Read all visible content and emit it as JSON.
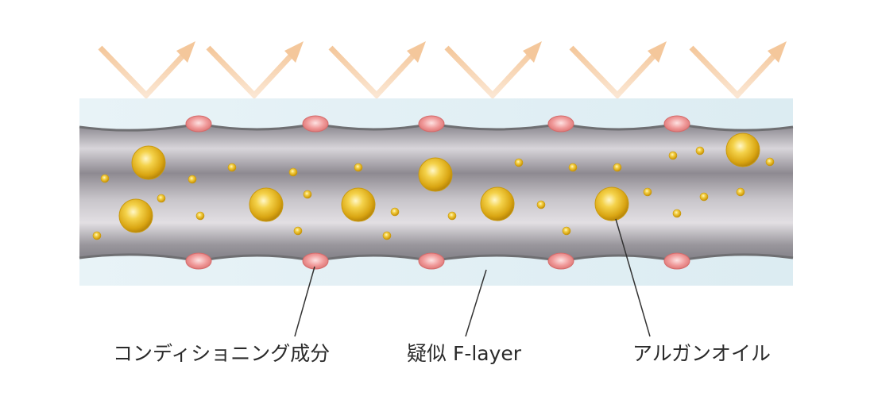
{
  "labels": {
    "conditioning": "コンディショニング成分",
    "f_layer": "疑似 F-layer",
    "argan": "アルガンオイル"
  },
  "colors": {
    "arrow": "#f3c9a0",
    "coat": "#e4f1f6",
    "core_edge": "#8f8c92",
    "core_mid": "#d6d3d8",
    "membrane": "#6f6f72",
    "nodule": "#e98b8b",
    "oil": "#e0b21a",
    "leader": "#333333"
  },
  "icons": [
    "reflection-arrow-icon"
  ]
}
